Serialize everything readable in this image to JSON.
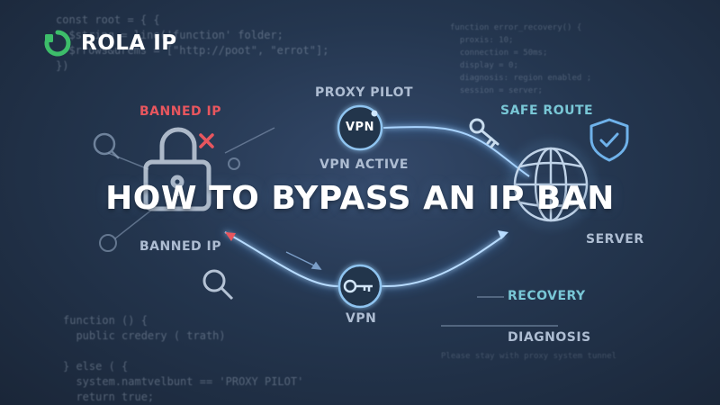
{
  "brand": {
    "name": "ROLA IP",
    "logo_icon": "rola-ring-logo-icon"
  },
  "headline": "HOW TO BYPASS AN IP BAN",
  "labels": {
    "banned_ip_top": "BANNED IP",
    "banned_ip_bottom": "BANNED IP",
    "proxy_pilot": "PROXY PILOT",
    "vpn_active": "VPN ACTIVE",
    "vpn_node_top": "VPN",
    "vpn_bottom": "VPN",
    "safe_route": "SAFE ROUTE",
    "server": "SERVER",
    "recovery": "RECOVERY",
    "diagnosis": "DIAGNOSIS"
  },
  "code_background": {
    "left": "const root = { {\n  $string = line('function' folder;\n  $rrows&urems = [\"http://poot\", \"errot\"];\n})",
    "left_bottom": "function () {\n  public credery ( trath)\n\n} else ( {\n  system.namtvelbunt == 'PROXY PILOT'\n  return true;",
    "right": "function error_recovery() {\n  proxis: 10;\n  connection = 50ms;\n  display = 0;\n  diagnosis: region enabled ;\n  session = server;",
    "right_bottom": "Please stay with proxy system tunnel"
  },
  "colors": {
    "banned": "#e8565e",
    "safe": "#79c7d6",
    "neutral_label": "#aebdd2",
    "line_glow": "#4aa3ff",
    "brand_green": "#3dbd6a"
  },
  "icons": [
    "padlock-icon",
    "x-mark-icon",
    "magnifier-icon",
    "key-icon",
    "shield-check-icon",
    "globe-icon",
    "vpn-node-icon",
    "key-node-icon"
  ]
}
